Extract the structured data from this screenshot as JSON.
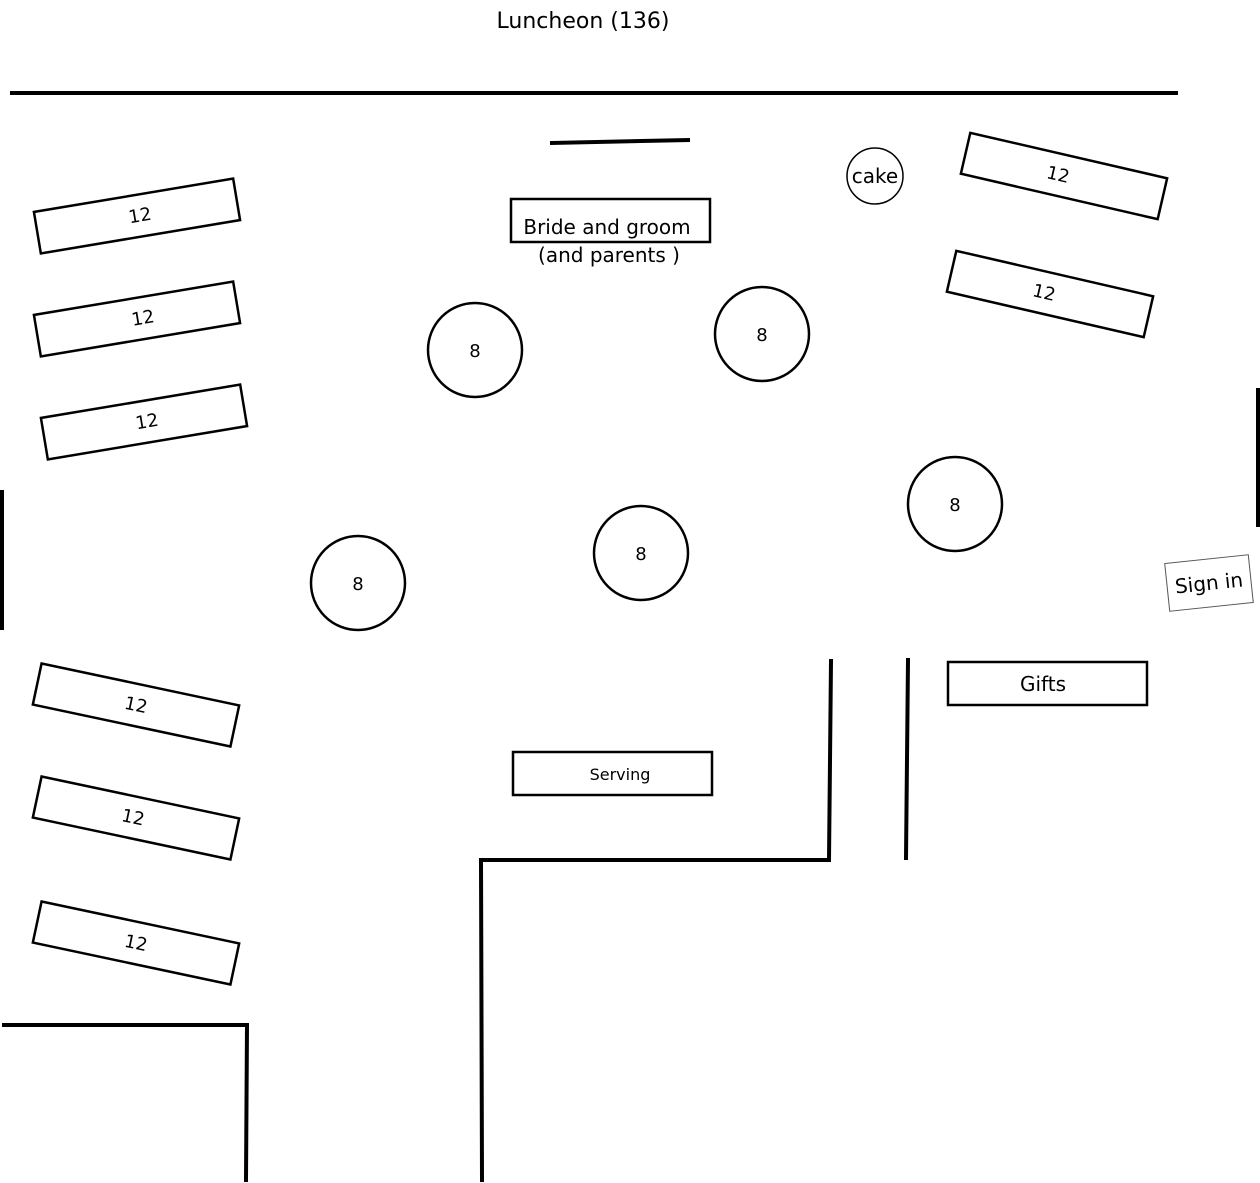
{
  "title": "Luncheon (136)",
  "long_tables": {
    "left_upper": [
      "12",
      "12",
      "12"
    ],
    "left_lower": [
      "12",
      "12",
      "12"
    ],
    "right_upper": [
      "12",
      "12"
    ]
  },
  "round_tables": [
    "8",
    "8",
    "8",
    "8",
    "8"
  ],
  "cake_label": "cake",
  "head_table": {
    "line1": "Bride and groom",
    "line2": "(and parents )"
  },
  "sign_in_label": "Sign in",
  "gifts_label": "Gifts",
  "serving_label": "Serving"
}
